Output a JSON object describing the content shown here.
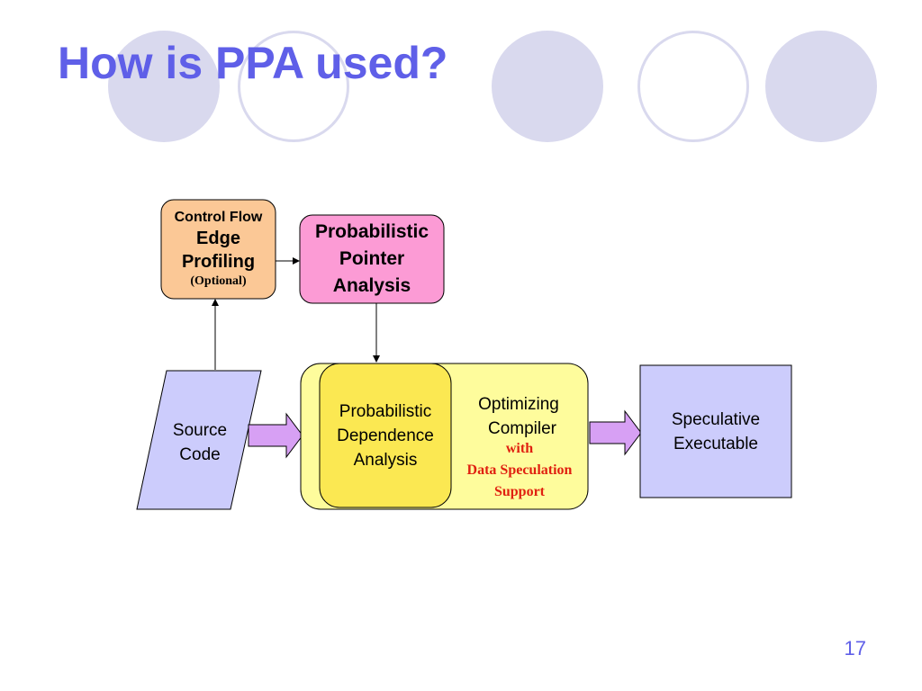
{
  "slide": {
    "title": "How is PPA used?",
    "page_number": "17"
  },
  "diagram": {
    "control_flow": {
      "line1": "Control Flow",
      "line2": "Edge",
      "line3": "Profiling",
      "note": "(Optional)"
    },
    "ppa": {
      "line1": "Probabilistic",
      "line2": "Pointer",
      "line3": "Analysis"
    },
    "source_code": {
      "line1": "Source",
      "line2": "Code"
    },
    "dependence": {
      "line1": "Probabilistic",
      "line2": "Dependence",
      "line3": "Analysis"
    },
    "compiler": {
      "line1": "Optimizing",
      "line2": "Compiler",
      "with": "with",
      "speculation": "Data Speculation",
      "support": "Support"
    },
    "executable": {
      "line1": "Speculative",
      "line2": "Executable"
    }
  },
  "colors": {
    "title": "#5f5fe8",
    "decor_circle": "#d9d9ee",
    "control_flow_fill": "#fbc896",
    "ppa_fill": "#fc9bd5",
    "source_fill": "#ccccfc",
    "compiler_fill": "#fefc9c",
    "dependence_fill": "#fbe852",
    "executable_fill": "#ccccfc",
    "arrow_fill": "#d7a0f4",
    "red_text": "#e02010"
  }
}
